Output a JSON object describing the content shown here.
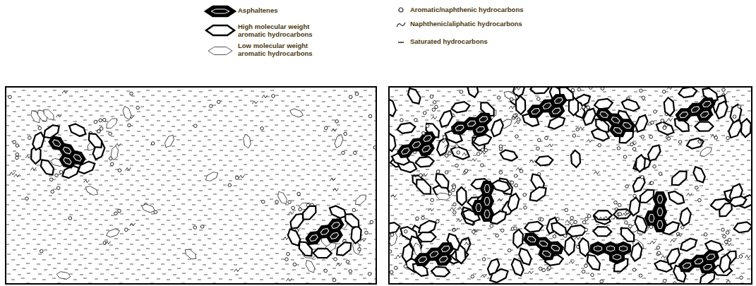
{
  "diagram": {
    "legend": [
      {
        "text": "Asphaltenes"
      },
      {
        "text": "High molecular weight aromatic hydrocarbons"
      },
      {
        "text": "Low molecular weight aromatic hydrocarbons"
      },
      {
        "text": "Aromatic/naphthenic hydrocarbons"
      },
      {
        "text": "Naphthenic/aliphatic hydrocarbons"
      },
      {
        "text": "Saturated hydrocarbons"
      }
    ]
  }
}
